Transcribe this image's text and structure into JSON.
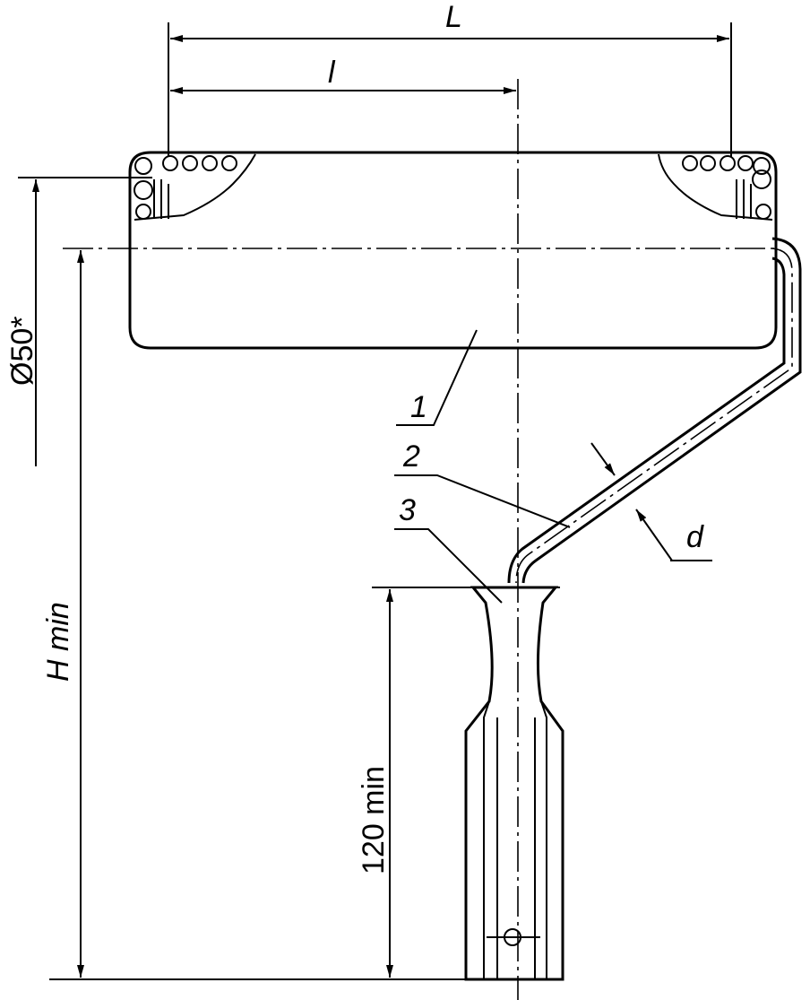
{
  "drawing": {
    "labels": {
      "overall_length": "L",
      "roller_length": "l",
      "roller_diameter": "Ø50*",
      "height": "H min",
      "handle_length": "120 min",
      "wire_diameter": "d"
    },
    "parts": [
      {
        "number": "1"
      },
      {
        "number": "2"
      },
      {
        "number": "3"
      }
    ]
  }
}
